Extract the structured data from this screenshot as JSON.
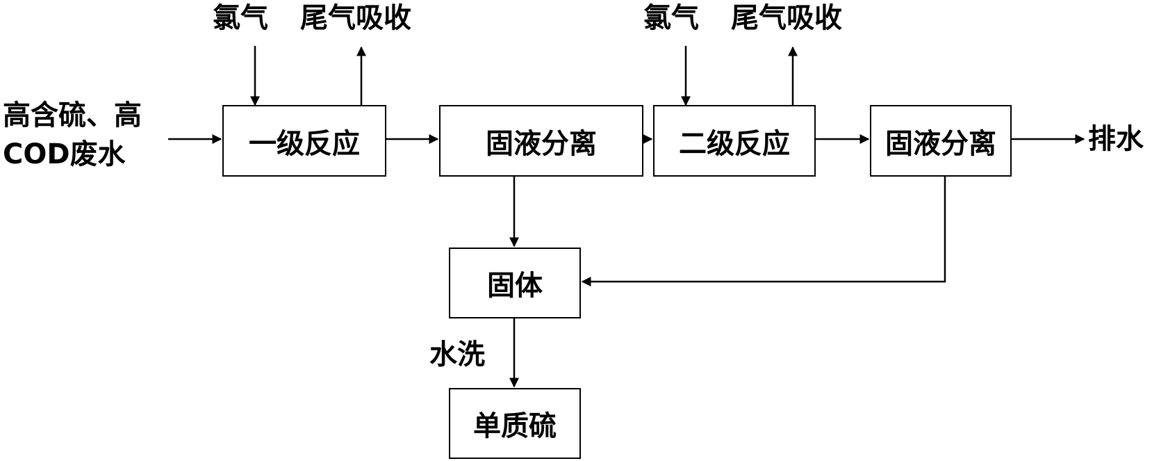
{
  "input": {
    "line1": "高含硫、高",
    "line2": "COD废水"
  },
  "stage1": {
    "gas_in": "氯气",
    "gas_out": "尾气吸收",
    "reactor": "一级反应",
    "separator": "固液分离"
  },
  "stage2": {
    "gas_in": "氯气",
    "gas_out": "尾气吸收",
    "reactor": "二级反应",
    "separator": "固液分离"
  },
  "outlet": "排水",
  "solid": "固体",
  "wash": "水洗",
  "product": "单质硫",
  "colors": {
    "line": "#000000",
    "background": "#ffffff"
  }
}
